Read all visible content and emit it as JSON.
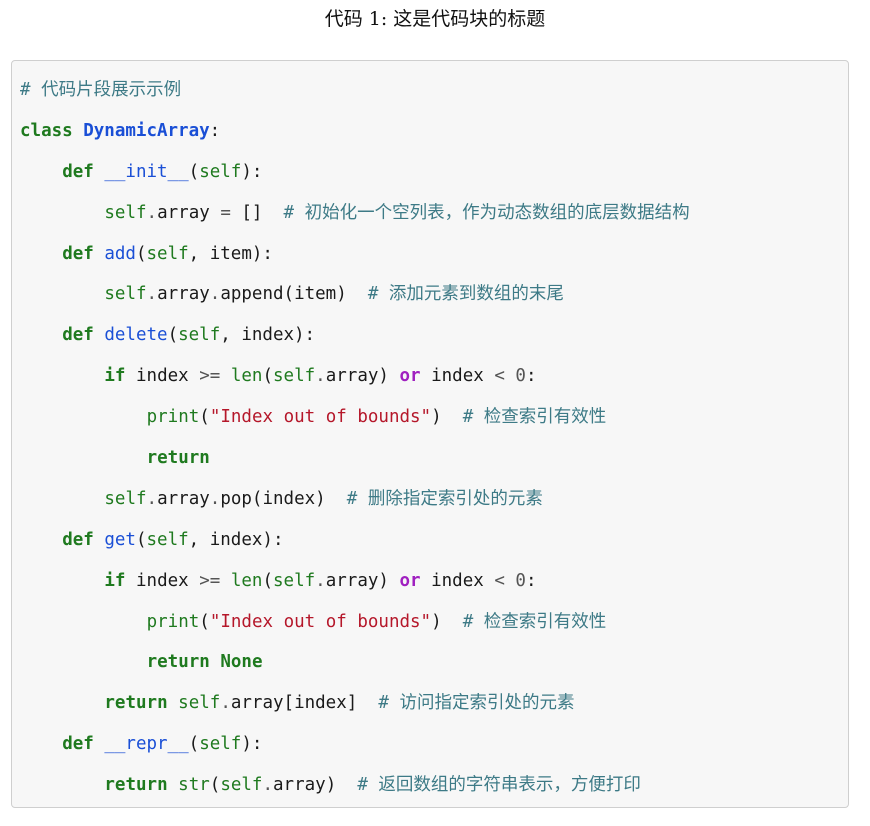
{
  "caption": "代码 1:  这是代码块的标题",
  "code_lines": [
    {
      "indent": 0,
      "tokens": [
        {
          "t": "cmt",
          "v": "# 代码片段展示示例"
        }
      ]
    },
    {
      "indent": 0,
      "tokens": [
        {
          "t": "kw",
          "v": "class"
        },
        {
          "t": "plain",
          "v": " "
        },
        {
          "t": "name-bold",
          "v": "DynamicArray"
        },
        {
          "t": "plain",
          "v": ":"
        }
      ]
    },
    {
      "indent": 1,
      "tokens": [
        {
          "t": "kw",
          "v": "def"
        },
        {
          "t": "plain",
          "v": " "
        },
        {
          "t": "name",
          "v": "__init__"
        },
        {
          "t": "plain",
          "v": "("
        },
        {
          "t": "builtin",
          "v": "self"
        },
        {
          "t": "plain",
          "v": "):"
        }
      ]
    },
    {
      "indent": 2,
      "tokens": [
        {
          "t": "builtin",
          "v": "self"
        },
        {
          "t": "op",
          "v": "."
        },
        {
          "t": "plain",
          "v": "array "
        },
        {
          "t": "op",
          "v": "="
        },
        {
          "t": "plain",
          "v": " []  "
        },
        {
          "t": "cmt",
          "v": "# 初始化一个空列表，作为动态数组的底层数据结构"
        }
      ]
    },
    {
      "indent": 1,
      "tokens": [
        {
          "t": "kw",
          "v": "def"
        },
        {
          "t": "plain",
          "v": " "
        },
        {
          "t": "name",
          "v": "add"
        },
        {
          "t": "plain",
          "v": "("
        },
        {
          "t": "builtin",
          "v": "self"
        },
        {
          "t": "plain",
          "v": ", item):"
        }
      ]
    },
    {
      "indent": 2,
      "tokens": [
        {
          "t": "builtin",
          "v": "self"
        },
        {
          "t": "op",
          "v": "."
        },
        {
          "t": "plain",
          "v": "array"
        },
        {
          "t": "op",
          "v": "."
        },
        {
          "t": "plain",
          "v": "append(item)  "
        },
        {
          "t": "cmt",
          "v": "# 添加元素到数组的末尾"
        }
      ]
    },
    {
      "indent": 1,
      "tokens": [
        {
          "t": "kw",
          "v": "def"
        },
        {
          "t": "plain",
          "v": " "
        },
        {
          "t": "name",
          "v": "delete"
        },
        {
          "t": "plain",
          "v": "("
        },
        {
          "t": "builtin",
          "v": "self"
        },
        {
          "t": "plain",
          "v": ", index):"
        }
      ]
    },
    {
      "indent": 2,
      "tokens": [
        {
          "t": "kw",
          "v": "if"
        },
        {
          "t": "plain",
          "v": " index "
        },
        {
          "t": "op",
          "v": ">="
        },
        {
          "t": "plain",
          "v": " "
        },
        {
          "t": "builtin",
          "v": "len"
        },
        {
          "t": "plain",
          "v": "("
        },
        {
          "t": "builtin",
          "v": "self"
        },
        {
          "t": "op",
          "v": "."
        },
        {
          "t": "plain",
          "v": "array) "
        },
        {
          "t": "logic",
          "v": "or"
        },
        {
          "t": "plain",
          "v": " index "
        },
        {
          "t": "op",
          "v": "<"
        },
        {
          "t": "plain",
          "v": " "
        },
        {
          "t": "num",
          "v": "0"
        },
        {
          "t": "plain",
          "v": ":"
        }
      ]
    },
    {
      "indent": 3,
      "tokens": [
        {
          "t": "builtin",
          "v": "print"
        },
        {
          "t": "plain",
          "v": "("
        },
        {
          "t": "str",
          "v": "\"Index out of bounds\""
        },
        {
          "t": "plain",
          "v": ")  "
        },
        {
          "t": "cmt",
          "v": "# 检查索引有效性"
        }
      ]
    },
    {
      "indent": 3,
      "tokens": [
        {
          "t": "kw",
          "v": "return"
        }
      ]
    },
    {
      "indent": 2,
      "tokens": [
        {
          "t": "builtin",
          "v": "self"
        },
        {
          "t": "op",
          "v": "."
        },
        {
          "t": "plain",
          "v": "array"
        },
        {
          "t": "op",
          "v": "."
        },
        {
          "t": "plain",
          "v": "pop(index)  "
        },
        {
          "t": "cmt",
          "v": "# 删除指定索引处的元素"
        }
      ]
    },
    {
      "indent": 1,
      "tokens": [
        {
          "t": "kw",
          "v": "def"
        },
        {
          "t": "plain",
          "v": " "
        },
        {
          "t": "name",
          "v": "get"
        },
        {
          "t": "plain",
          "v": "("
        },
        {
          "t": "builtin",
          "v": "self"
        },
        {
          "t": "plain",
          "v": ", index):"
        }
      ]
    },
    {
      "indent": 2,
      "tokens": [
        {
          "t": "kw",
          "v": "if"
        },
        {
          "t": "plain",
          "v": " index "
        },
        {
          "t": "op",
          "v": ">="
        },
        {
          "t": "plain",
          "v": " "
        },
        {
          "t": "builtin",
          "v": "len"
        },
        {
          "t": "plain",
          "v": "("
        },
        {
          "t": "builtin",
          "v": "self"
        },
        {
          "t": "op",
          "v": "."
        },
        {
          "t": "plain",
          "v": "array) "
        },
        {
          "t": "logic",
          "v": "or"
        },
        {
          "t": "plain",
          "v": " index "
        },
        {
          "t": "op",
          "v": "<"
        },
        {
          "t": "plain",
          "v": " "
        },
        {
          "t": "num",
          "v": "0"
        },
        {
          "t": "plain",
          "v": ":"
        }
      ]
    },
    {
      "indent": 3,
      "tokens": [
        {
          "t": "builtin",
          "v": "print"
        },
        {
          "t": "plain",
          "v": "("
        },
        {
          "t": "str",
          "v": "\"Index out of bounds\""
        },
        {
          "t": "plain",
          "v": ")  "
        },
        {
          "t": "cmt",
          "v": "# 检查索引有效性"
        }
      ]
    },
    {
      "indent": 3,
      "tokens": [
        {
          "t": "kw",
          "v": "return"
        },
        {
          "t": "plain",
          "v": " "
        },
        {
          "t": "kw",
          "v": "None"
        }
      ]
    },
    {
      "indent": 2,
      "tokens": [
        {
          "t": "kw",
          "v": "return"
        },
        {
          "t": "plain",
          "v": " "
        },
        {
          "t": "builtin",
          "v": "self"
        },
        {
          "t": "op",
          "v": "."
        },
        {
          "t": "plain",
          "v": "array[index]  "
        },
        {
          "t": "cmt",
          "v": "# 访问指定索引处的元素"
        }
      ]
    },
    {
      "indent": 1,
      "tokens": [
        {
          "t": "kw",
          "v": "def"
        },
        {
          "t": "plain",
          "v": " "
        },
        {
          "t": "name",
          "v": "__repr__"
        },
        {
          "t": "plain",
          "v": "("
        },
        {
          "t": "builtin",
          "v": "self"
        },
        {
          "t": "plain",
          "v": "):"
        }
      ]
    },
    {
      "indent": 2,
      "tokens": [
        {
          "t": "kw",
          "v": "return"
        },
        {
          "t": "plain",
          "v": " "
        },
        {
          "t": "builtin",
          "v": "str"
        },
        {
          "t": "plain",
          "v": "("
        },
        {
          "t": "builtin",
          "v": "self"
        },
        {
          "t": "op",
          "v": "."
        },
        {
          "t": "plain",
          "v": "array)  "
        },
        {
          "t": "cmt",
          "v": "# 返回数组的字符串表示，方便打印"
        }
      ]
    }
  ]
}
